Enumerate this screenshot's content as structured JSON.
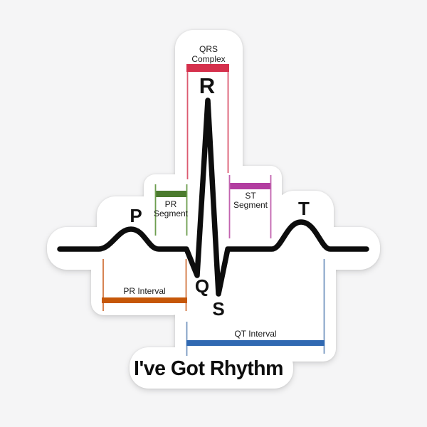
{
  "sticker": {
    "title": "I've Got Rhythm",
    "background_color": "#f5f5f6",
    "sticker_color": "#ffffff",
    "waveform_color": "#0d0d0d",
    "waves": {
      "p": "P",
      "q": "Q",
      "r": "R",
      "s": "S",
      "t": "T"
    },
    "brackets": {
      "qrs_complex": {
        "label_lines": [
          "QRS",
          "Complex"
        ],
        "bar_color": "#d5304c",
        "line_color": "#dc5a70"
      },
      "pr_segment": {
        "label_lines": [
          "PR",
          "Segment"
        ],
        "bar_color": "#4b7b2e",
        "line_color": "#6d9e4f"
      },
      "st_segment": {
        "label_lines": [
          "ST",
          "Segment"
        ],
        "bar_color": "#b23da0",
        "line_color": "#c263af"
      },
      "pr_interval": {
        "label": "PR Interval",
        "bar_color": "#c65708",
        "line_color": "#d2753f"
      },
      "qt_interval": {
        "label": "QT Interval",
        "bar_color": "#3069b2",
        "line_color": "#7797c0"
      }
    }
  }
}
